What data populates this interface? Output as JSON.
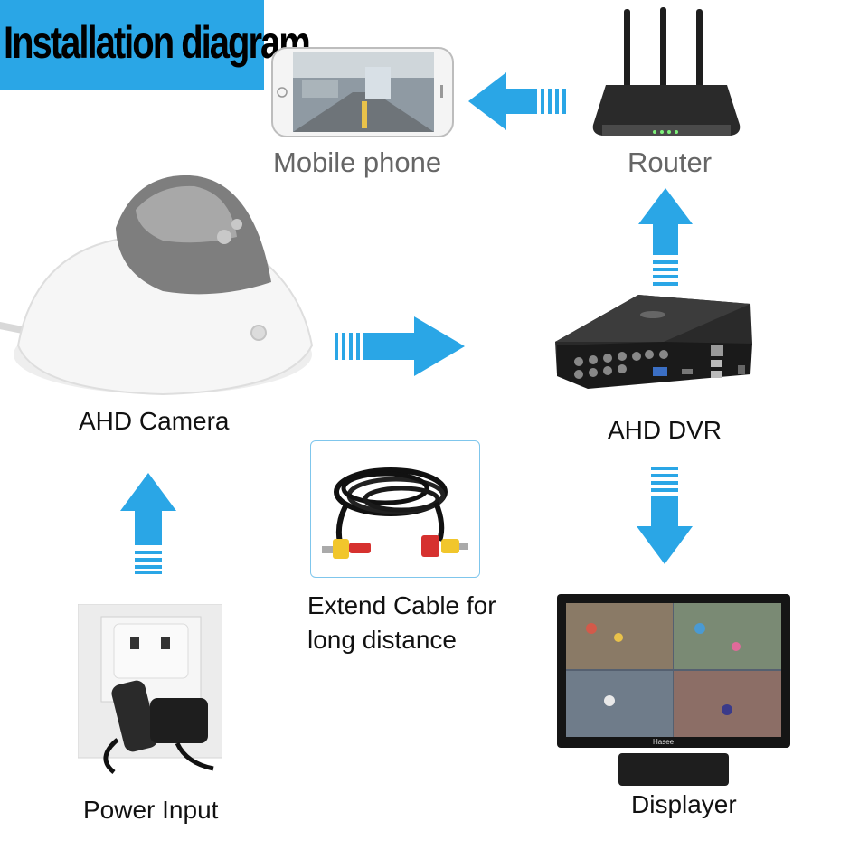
{
  "title": "Installation diagram",
  "nodes": {
    "mobile_phone": "Mobile phone",
    "router": "Router",
    "ahd_camera": "AHD Camera",
    "ahd_dvr": "AHD DVR",
    "extend_cable": [
      "Extend Cable for",
      "long distance"
    ],
    "power_input": "Power Input",
    "displayer": "Displayer"
  },
  "monitor_brand": "Hasee",
  "colors": {
    "banner": "#2aa6e6",
    "arrow": "#2aa6e6"
  }
}
